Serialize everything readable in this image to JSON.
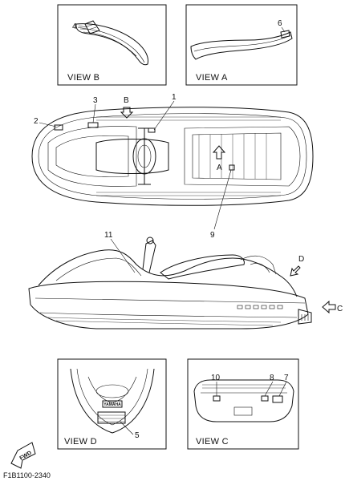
{
  "views": {
    "b": "VIEW B",
    "a": "VIEW A",
    "d": "VIEW D",
    "c": "VIEW C"
  },
  "callouts": {
    "c1": "1",
    "c2": "2",
    "c3": "3",
    "c4": "4",
    "c5": "5",
    "c6": "6",
    "c7": "7",
    "c8": "8",
    "c9": "9",
    "c10": "10",
    "c11": "11"
  },
  "arrows": {
    "a": "A",
    "b": "B",
    "c": "C",
    "d": "D"
  },
  "fwd": "FWD",
  "brand": "YAMAHA",
  "part_code": "F1B1100-2340"
}
